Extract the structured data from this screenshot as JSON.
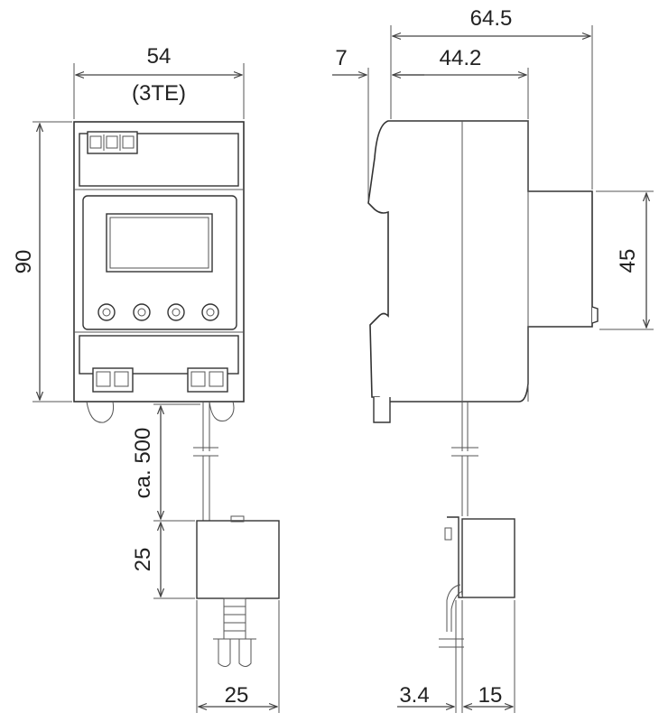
{
  "dimensions": {
    "front_width": "54",
    "front_width_note": "(3TE)",
    "height": "90",
    "cable_length": "ca. 500",
    "sensor_height": "25",
    "sensor_width": "25",
    "side_depth": "64.5",
    "rail_offset": "7",
    "front_depth": "44.2",
    "front_height": "45",
    "clip_depth": "3.4",
    "sensor_depth": "15"
  },
  "icons": {
    "front_view": "front-view-drawing",
    "side_view": "side-view-drawing"
  }
}
